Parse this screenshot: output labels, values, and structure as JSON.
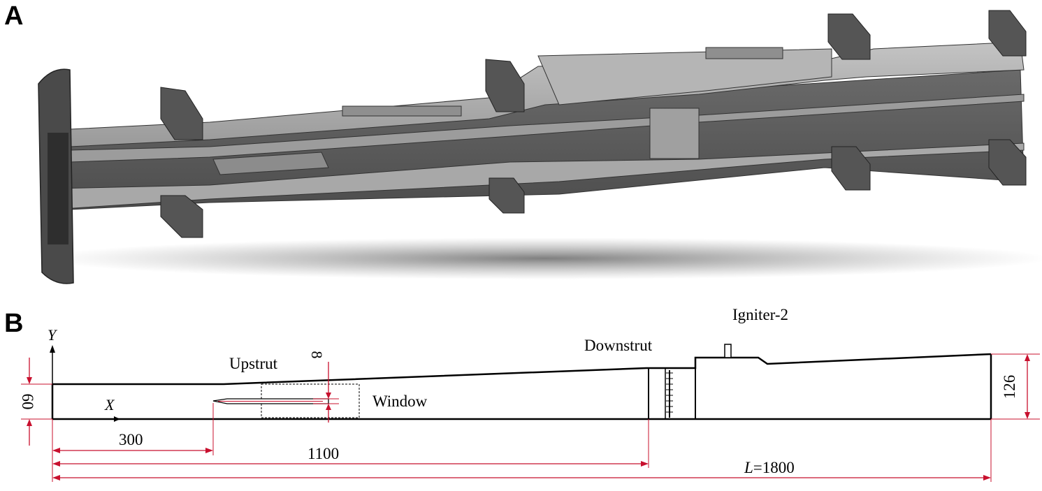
{
  "panels": {
    "a_label": "A",
    "b_label": "B"
  },
  "schematic": {
    "y_axis": "Y",
    "x_axis": "X",
    "upstrut": "Upstrut",
    "downstrut": "Downstrut",
    "window": "Window",
    "igniter": "Igniter-2",
    "dim_height_inlet": "60",
    "dim_height_outlet": "126",
    "dim_strut_gap": "8",
    "dim_300": "300",
    "dim_1100": "1100",
    "dim_length_prefix": "L",
    "dim_length_value": "=1800"
  },
  "colors": {
    "dimension": "#c8102e",
    "outline": "#000000",
    "metal_dark": "#5a5a5a",
    "metal_light": "#a8a8a8"
  }
}
